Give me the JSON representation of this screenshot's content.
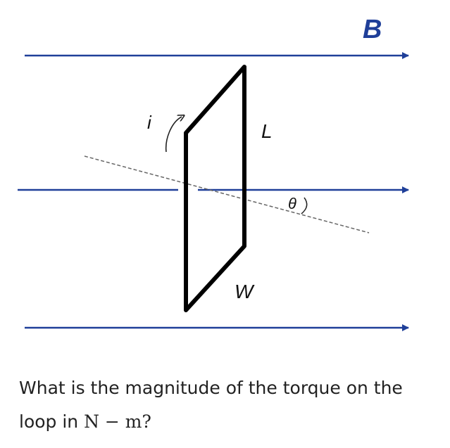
{
  "diagram": {
    "field_label": "B",
    "current_label": "i",
    "length_label": "L",
    "width_label": "W",
    "angle_label": "θ",
    "colors": {
      "field_line": "#1f3f99",
      "loop": "#000000",
      "normal": "#666666"
    }
  },
  "question": {
    "text_before": "What is the magnitude of the torque on the loop in ",
    "unit": "N − m",
    "text_after": "?"
  }
}
